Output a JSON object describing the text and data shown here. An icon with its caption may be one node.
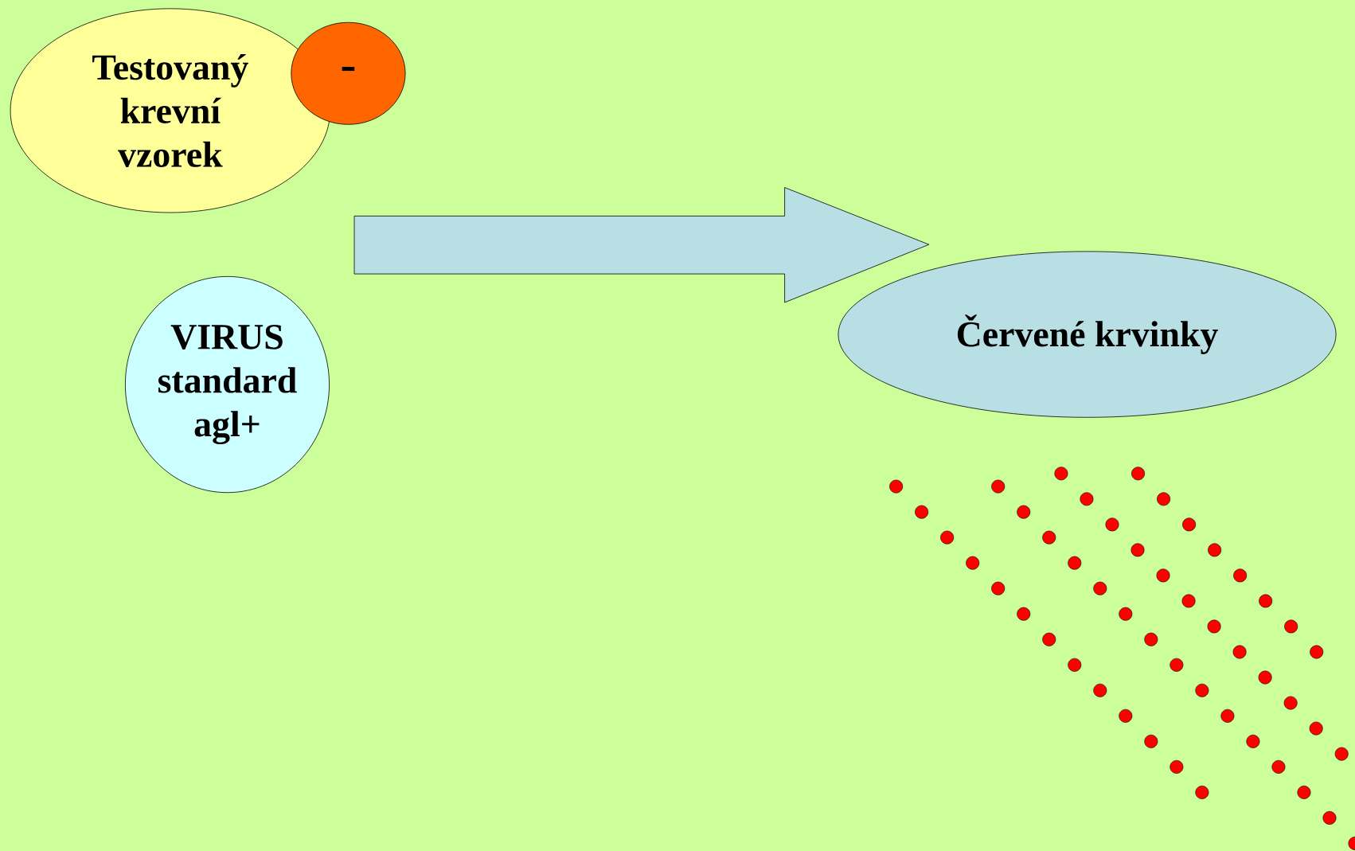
{
  "diagram": {
    "nodes": [
      {
        "text": [
          "Testovaný krevní vzorek"
        ]
      },
      {
        "text": [
          "-"
        ]
      },
      {
        "text": [
          "VIRUS standard agl+"
        ]
      },
      {
        "text": [
          "Červené krvinky"
        ]
      }
    ],
    "edges": [
      {
        "from": null,
        "to": 3,
        "arrow": "to"
      }
    ]
  }
}
